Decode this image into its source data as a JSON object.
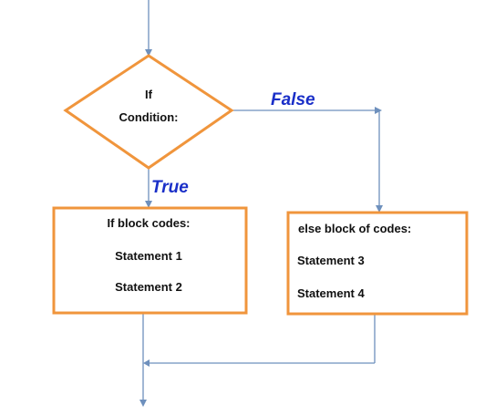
{
  "diagram": {
    "decision": {
      "line1": "If",
      "line2": "Condition:"
    },
    "branches": {
      "false_label": "False",
      "true_label": "True"
    },
    "if_block": {
      "title": "If block codes:",
      "statement_a": "Statement 1",
      "statement_b": "Statement 2"
    },
    "else_block": {
      "title": "else block of codes:",
      "statement_a": "Statement 3",
      "statement_b": "Statement 4"
    }
  },
  "colors": {
    "box_border": "#f0953c",
    "connector": "#6e90bd",
    "branch_label": "#1a2fc8",
    "text": "#111111"
  }
}
